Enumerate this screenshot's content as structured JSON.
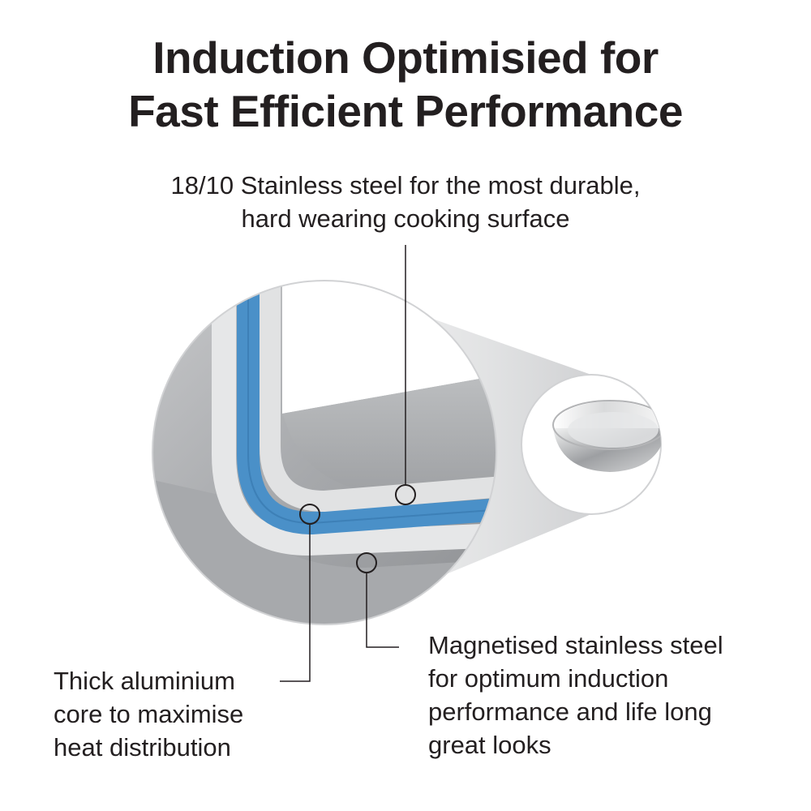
{
  "title": {
    "line1": "Induction Optimisied for",
    "line2": "Fast Efficient Performance"
  },
  "callouts": {
    "surface": {
      "line1": "18/10 Stainless steel for the most durable,",
      "line2": "hard wearing cooking surface"
    },
    "core": {
      "line1": "Thick aluminium",
      "line2": "core to maximise",
      "line3": "heat distribution"
    },
    "base": {
      "line1": "Magnetised stainless steel",
      "line2": "for optimum induction",
      "line3": "performance and life long",
      "line4": "great looks"
    }
  },
  "colors": {
    "text": "#231f20",
    "aluminium_core": "#4a90c8",
    "steel_light": "#e6e7e8",
    "steel_mid": "#b3b4b6",
    "steel_dark": "#8d8f92"
  },
  "icons": {
    "pan": "frying-pan-icon"
  }
}
